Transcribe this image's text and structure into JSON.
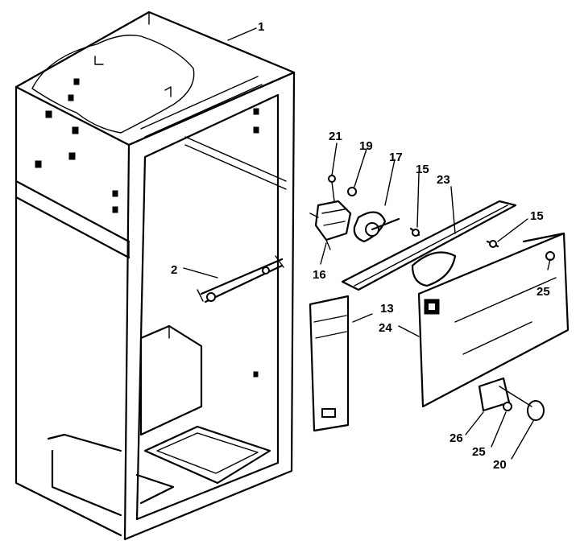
{
  "callouts": {
    "c1": "1",
    "c2": "2",
    "c13": "13",
    "c15a": "15",
    "c15b": "15",
    "c16": "16",
    "c17": "17",
    "c19": "19",
    "c20": "20",
    "c21": "21",
    "c23": "23",
    "c24": "24",
    "c25a": "25",
    "c25b": "25",
    "c26": "26"
  }
}
